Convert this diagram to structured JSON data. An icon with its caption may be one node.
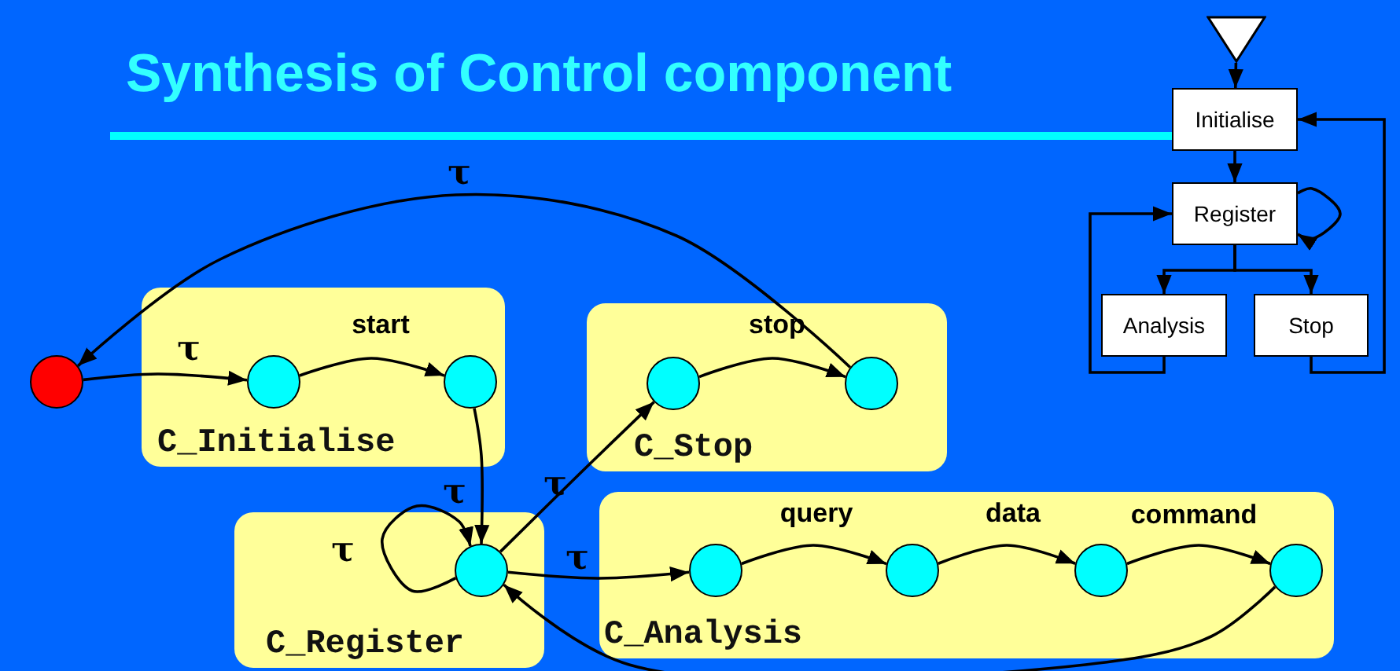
{
  "diagram": {
    "title": "Synthesis of Control component",
    "nodes": [
      {
        "text": [],
        "shape": "triangle"
      },
      {
        "text": [
          "Initialise"
        ]
      },
      {
        "text": [
          "Register"
        ]
      },
      {
        "text": [
          "Analysis"
        ]
      },
      {
        "text": [
          "Stop"
        ]
      },
      {
        "text": [],
        "shape": "circle"
      },
      {
        "text": [
          "C_Initialise"
        ]
      },
      {
        "text": [],
        "shape": "circle",
        "in": 6
      },
      {
        "text": [],
        "shape": "circle",
        "in": 6
      },
      {
        "text": [
          "C_Stop"
        ]
      },
      {
        "text": [],
        "shape": "circle",
        "in": 9
      },
      {
        "text": [],
        "shape": "circle",
        "in": 9
      },
      {
        "text": [
          "C_Register"
        ]
      },
      {
        "text": [],
        "shape": "circle",
        "in": 12
      },
      {
        "text": [
          "C_Analysis"
        ]
      },
      {
        "text": [],
        "shape": "circle",
        "in": 14
      },
      {
        "text": [],
        "shape": "circle",
        "in": 14
      },
      {
        "text": [],
        "shape": "circle",
        "in": 14
      },
      {
        "text": [],
        "shape": "circle",
        "in": 14
      }
    ],
    "edges": [
      {
        "from": 0,
        "to": 1,
        "arrow": "to"
      },
      {
        "from": 1,
        "to": 2,
        "arrow": "to"
      },
      {
        "from": 2,
        "to": 2,
        "arrow": "to"
      },
      {
        "from": 2,
        "to": 3,
        "arrow": "to"
      },
      {
        "from": 2,
        "to": 4,
        "arrow": "to"
      },
      {
        "from": 3,
        "to": 2,
        "arrow": "to"
      },
      {
        "from": 4,
        "to": 1,
        "arrow": "to"
      },
      {
        "from": 11,
        "to": 5,
        "label": "τ",
        "arrow": "to"
      },
      {
        "from": 5,
        "to": 7,
        "label": "τ",
        "arrow": "to"
      },
      {
        "from": 7,
        "to": 8,
        "label": "start",
        "arrow": "to"
      },
      {
        "from": 8,
        "to": 13,
        "label": "τ",
        "arrow": "to"
      },
      {
        "from": 13,
        "to": 13,
        "label": "τ",
        "arrow": "to"
      },
      {
        "from": 13,
        "to": 10,
        "label": "τ",
        "arrow": "to"
      },
      {
        "from": 13,
        "to": 15,
        "label": "τ",
        "arrow": "to"
      },
      {
        "from": 10,
        "to": 11,
        "label": "stop",
        "arrow": "to"
      },
      {
        "from": 15,
        "to": 16,
        "label": "query",
        "arrow": "to"
      },
      {
        "from": 16,
        "to": 17,
        "label": "data",
        "arrow": "to"
      },
      {
        "from": 17,
        "to": 18,
        "label": "command",
        "arrow": "to"
      },
      {
        "from": 18,
        "to": 13,
        "arrow": "to"
      }
    ]
  }
}
